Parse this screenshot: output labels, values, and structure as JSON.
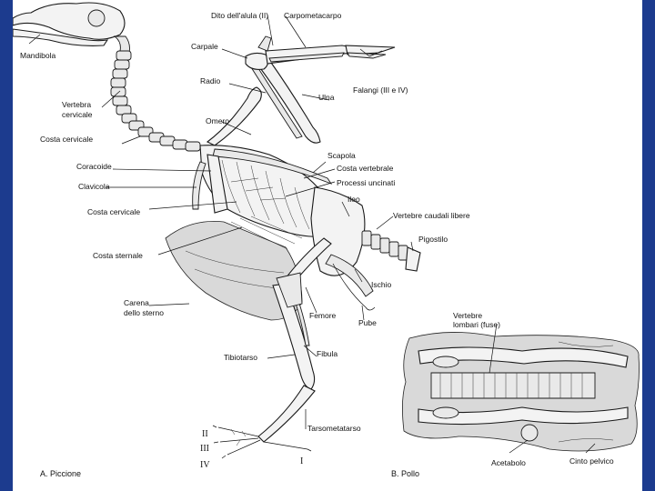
{
  "colors": {
    "frame": "#1c3b8e",
    "sheet": "#ffffff",
    "ink": "#111111"
  },
  "labels": {
    "mandibola": "Mandibola",
    "dito_alula": "Dito dell'alula (II)",
    "carpometacarpo": "Carpometacarpo",
    "carpale": "Carpale",
    "radio": "Radio",
    "falangi": "Falangi (III e IV)",
    "ulna": "Ulna",
    "vertebra_cervicale_1": "Vertebra",
    "vertebra_cervicale_2": "cervicale",
    "omero": "Omero",
    "costa_cervicale_top": "Costa cervicale",
    "scapola": "Scapola",
    "coracoide": "Coracoide",
    "costa_vertebrale": "Costa vertebrale",
    "clavicola": "Clavicola",
    "processi_uncinati": "Processi uncinati",
    "ileo": "Ileo",
    "costa_cervicale_mid": "Costa cervicale",
    "vertebre_caudali": "Vertebre caudali libere",
    "pigostilo": "Pigostilo",
    "costa_sternale": "Costa sternale",
    "ischio": "Ischio",
    "carena_1": "Carena",
    "carena_2": "dello sterno",
    "femore": "Femore",
    "pube": "Pube",
    "vertebre_lombari_1": "Vertebre",
    "vertebre_lombari_2": "lombari (fuse)",
    "fibula": "Fibula",
    "tibiotarso": "Tibiotarso",
    "tarsometatarso": "Tarsometatarso",
    "dito_II": "II",
    "dito_III": "III",
    "dito_IV": "IV",
    "dito_I": "I",
    "acetabolo": "Acetabolo",
    "cinto_pelvico": "Cinto pelvico"
  },
  "captions": {
    "a": "A. Piccione",
    "b": "B. Pollo"
  }
}
